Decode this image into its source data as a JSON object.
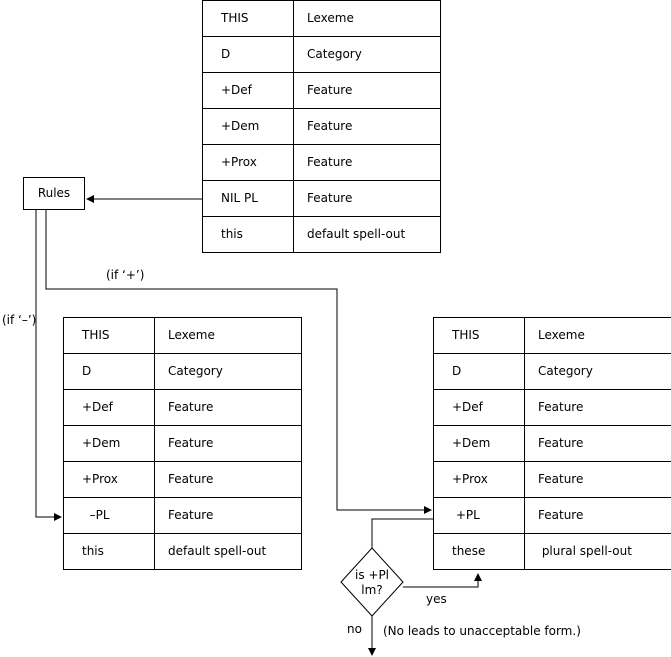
{
  "tables": {
    "top": {
      "rows": [
        {
          "col1": "THIS",
          "col2": "Lexeme"
        },
        {
          "col1": "D",
          "col2": "Category"
        },
        {
          "col1": "+Def",
          "col2": "Feature"
        },
        {
          "col1": "+Dem",
          "col2": "Feature"
        },
        {
          "col1": "+Prox",
          "col2": "Feature"
        },
        {
          "col1": "NIL PL",
          "col2": "Feature"
        },
        {
          "col1": "this",
          "col2": "default spell-out"
        }
      ]
    },
    "left": {
      "rows": [
        {
          "col1": "THIS",
          "col2": "Lexeme"
        },
        {
          "col1": "D",
          "col2": "Category"
        },
        {
          "col1": "+Def",
          "col2": "Feature"
        },
        {
          "col1": "+Dem",
          "col2": "Feature"
        },
        {
          "col1": "+Prox",
          "col2": "Feature"
        },
        {
          "col1": "  –PL",
          "col2": "Feature"
        },
        {
          "col1": "this",
          "col2": "default spell-out"
        }
      ]
    },
    "right": {
      "rows": [
        {
          "col1": "THIS",
          "col2": "Lexeme"
        },
        {
          "col1": "D",
          "col2": "Category"
        },
        {
          "col1": "+Def",
          "col2": "Feature"
        },
        {
          "col1": "+Dem",
          "col2": "Feature"
        },
        {
          "col1": "+Prox",
          "col2": "Feature"
        },
        {
          "col1": " +PL",
          "col2": "Feature"
        },
        {
          "col1": "these",
          "col2": " plural spell-out"
        }
      ]
    }
  },
  "rules_label": "Rules",
  "branch_labels": {
    "plus": "(if ‘+’)",
    "minus": "(if ‘–’)"
  },
  "decision": {
    "line1": "is +Pl",
    "line2": "lm?",
    "yes_label": "yes",
    "no_label": "no",
    "note": "(No leads to unacceptable form.)"
  }
}
